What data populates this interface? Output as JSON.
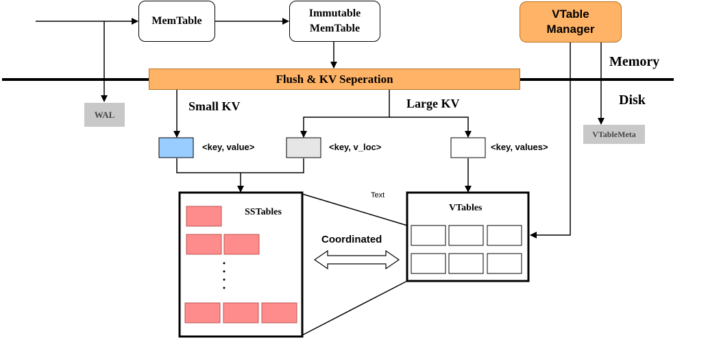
{
  "nodes": {
    "memtable": "MemTable",
    "immutable_memtable": "Immutable\nMemTable",
    "vtable_manager": "VTable\nManager",
    "flush": "Flush & KV Seperation",
    "wal": "WAL",
    "vtablemeta": "VTableMeta",
    "sstables": "SSTables",
    "vtables": "VTables"
  },
  "labels": {
    "memory": "Memory",
    "disk": "Disk",
    "small_kv": "Small KV",
    "large_kv": "Large KV",
    "kv_small": "<key, value>",
    "kv_loc": "<key, v_loc>",
    "kv_large": "<key, values>",
    "coordinated": "Coordinated",
    "text": "Text"
  },
  "colors": {
    "orange": "#FFB366",
    "orange_border": "#B8701E",
    "gray_box": "#C8C8C8",
    "blue_kv": "#99CCFF",
    "gray_kv": "#E6E6E6",
    "sstable_red": "#FF8C8C",
    "sstable_red_border": "#B85450"
  }
}
